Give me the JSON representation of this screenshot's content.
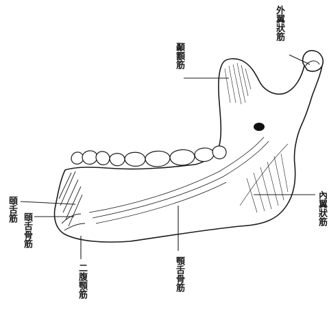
{
  "diagram": {
    "labels": {
      "lateral_pterygoid": "外翼狀筋",
      "temporal": "顳顬筋",
      "medial_pterygoid": "內翼狀筋",
      "genioglossus": "頤舌筋",
      "geniohyoid": "頤舌骨筋",
      "digastric": "二腹顎筋",
      "mylohyoid": "顎舌骨筋"
    },
    "colors": {
      "ink": "#1a1a1a",
      "paper": "#ffffff",
      "dark_fill": "#111111"
    }
  }
}
